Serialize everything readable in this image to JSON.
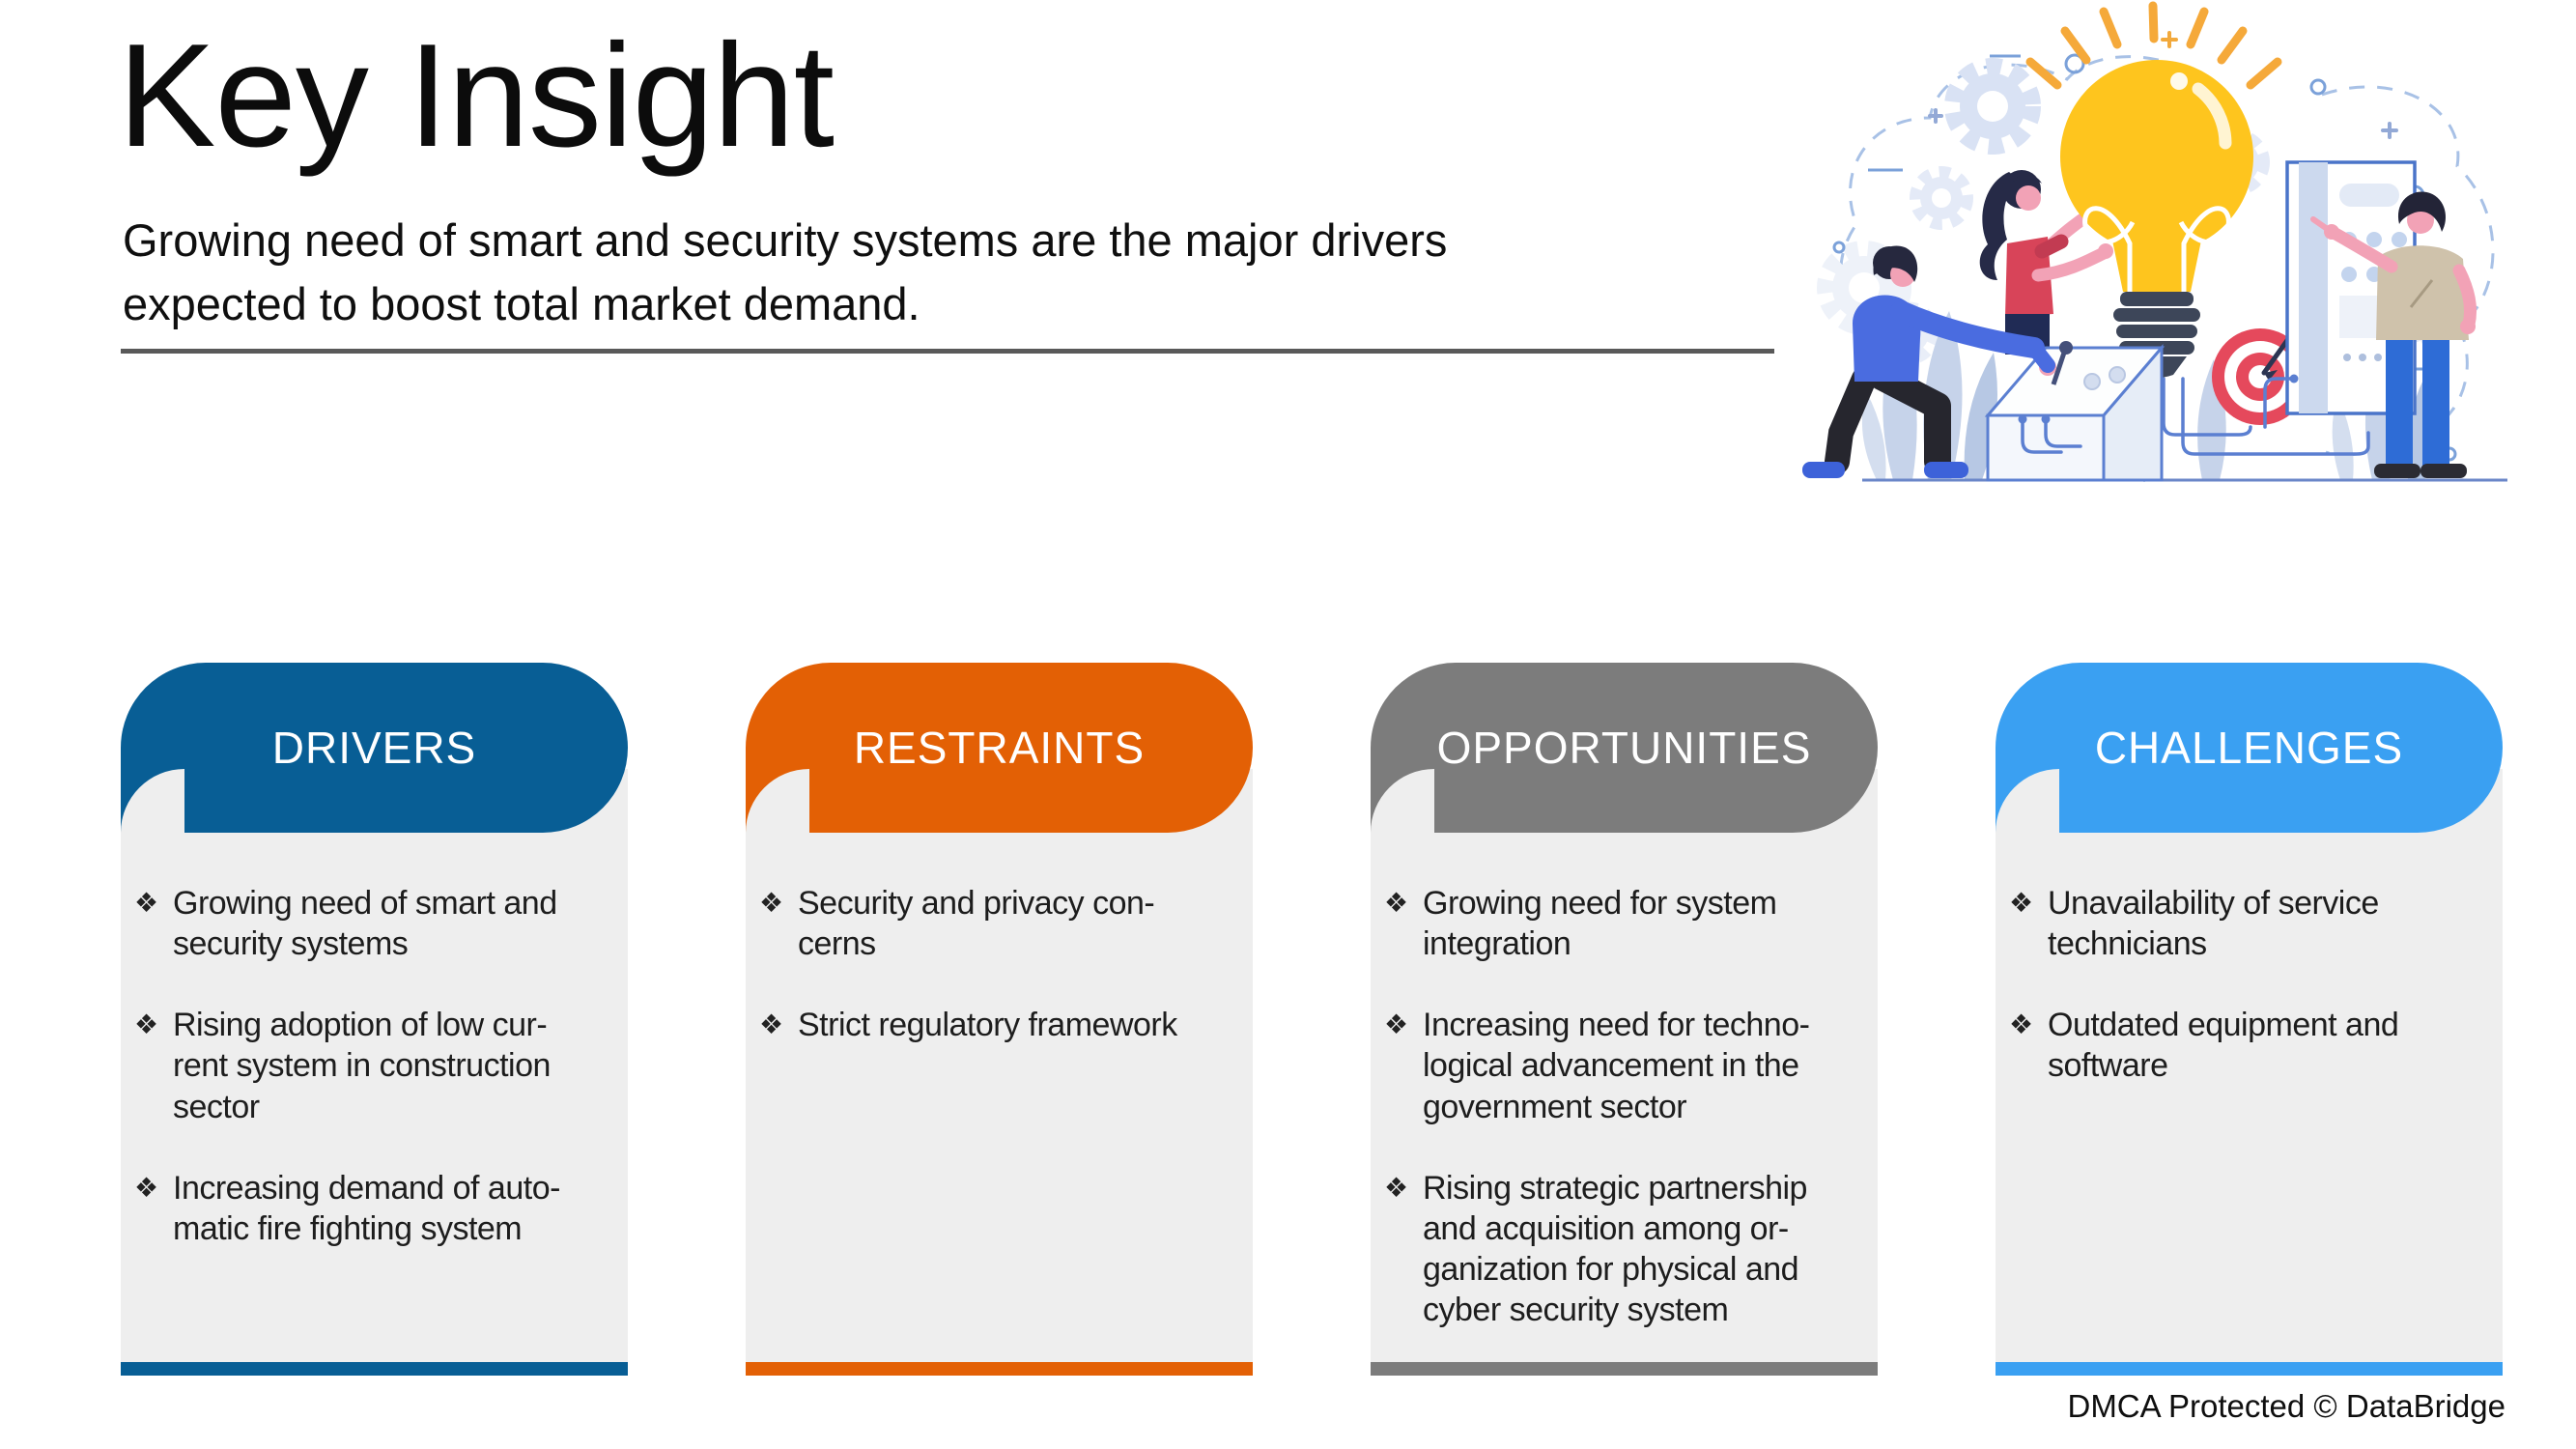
{
  "slide": {
    "title": "Key Insight",
    "subtitle": "Growing need of smart and security systems are the major drivers\nexpected to boost total market demand.",
    "footer": "DMCA Protected © DataBridge",
    "bullet_glyph": "❖",
    "rule_color": "#595959",
    "body_bg": "#eeeeee"
  },
  "cards": [
    {
      "label": "DRIVERS",
      "color": "#085e95",
      "items": [
        "Growing need of smart and\nsecurity systems",
        "Rising adoption of low cur-\nrent system in construction\nsector",
        "Increasing demand of auto-\nmatic fire fighting system"
      ]
    },
    {
      "label": "RESTRAINTS",
      "color": "#e36005",
      "items": [
        "Security and privacy con-\ncerns",
        "Strict regulatory framework"
      ]
    },
    {
      "label": "OPPORTUNITIES",
      "color": "#7c7c7c",
      "items": [
        "Growing need for system\nintegration",
        "Increasing need for techno-\nlogical advancement in the\ngovernment sector",
        "Rising strategic partnership\nand acquisition among or-\nganization for physical and\ncyber security system"
      ]
    },
    {
      "label": "CHALLENGES",
      "color": "#3aa0f2",
      "items": [
        "Unavailability of service\ntechnicians",
        "Outdated equipment and\nsoftware"
      ]
    }
  ],
  "illustration": {
    "name": "team-building-idea-lightbulb",
    "elements": [
      "lightbulb",
      "gears",
      "target-with-arrow",
      "control-panel",
      "kneeling-man",
      "woman-holding-bulb",
      "man-pointing-at-panel",
      "leaves"
    ],
    "colors": {
      "bulb": "#fec51e",
      "bulb_base": "#3d4659",
      "rays": "#f5a93a",
      "target_red": "#e5495c",
      "wire_blue": "#5b7fd1",
      "leaves": "#c6d3ea",
      "skin": "#f2a2b6",
      "woman_shirt": "#d84459",
      "man_sweater": "#4a6ce0",
      "jeans": "#2e6cd6",
      "beige_shirt": "#cfc2ab",
      "dark_pants": "#26262e"
    }
  }
}
